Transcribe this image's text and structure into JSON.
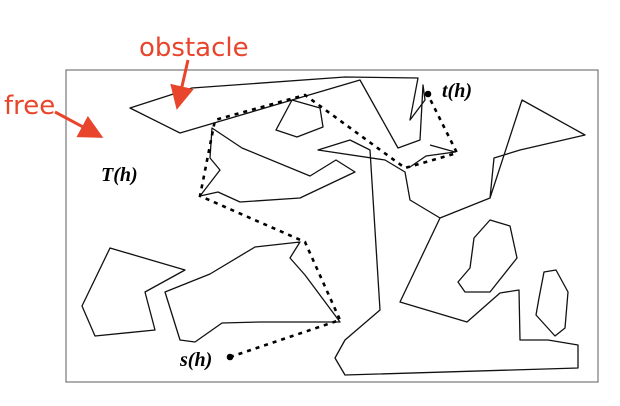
{
  "annotations": {
    "obstacle": "obstacle",
    "free": "free"
  },
  "labels": {
    "tree": "T(h)",
    "target": "t(h)",
    "start": "s(h)"
  },
  "colors": {
    "annotation": "#e8452c",
    "frame": "#777777",
    "ink": "#000000"
  }
}
